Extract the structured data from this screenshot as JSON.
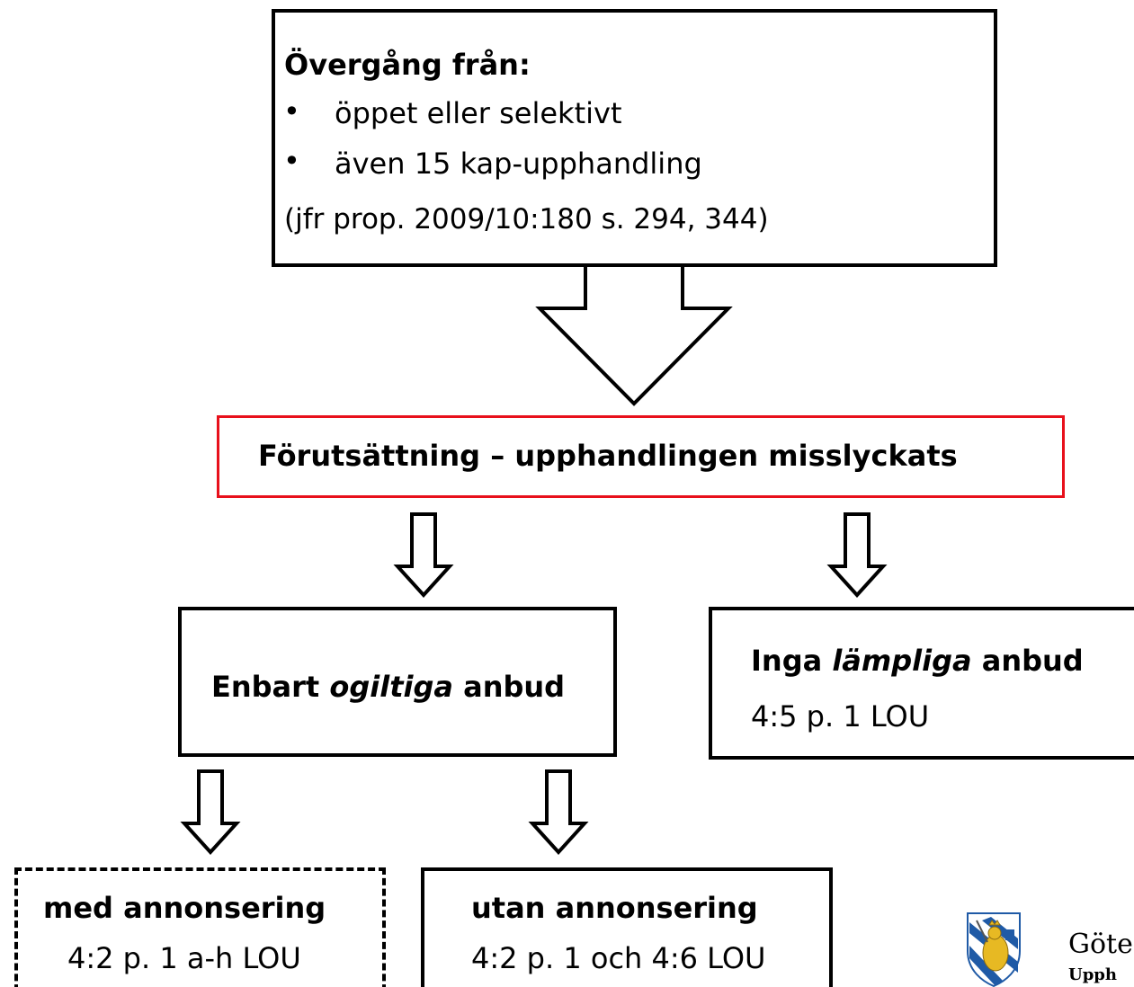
{
  "top_box": {
    "heading": "Övergång från:",
    "bullets": [
      "öppet eller selektivt",
      "även 15 kap-upphandling"
    ],
    "note": "(jfr prop. 2009/10:180 s. 294, 344)"
  },
  "condition_box": {
    "label": "Förutsättning – upphandlingen misslyckats"
  },
  "left_box": {
    "prefix": "Enbart ",
    "emph": "ogiltiga",
    "suffix": " anbud"
  },
  "right_box": {
    "prefix": "Inga ",
    "emph": "lämpliga",
    "suffix": " anbud",
    "reference": "4:5 p. 1 LOU"
  },
  "with_ad_box": {
    "title": "med annonsering",
    "reference": "4:2 p. 1 a-h LOU"
  },
  "without_ad_box": {
    "title": "utan annonsering",
    "reference": "4:2 p. 1 och 4:6 LOU"
  },
  "logo": {
    "line1": "Göte",
    "line2": "Upph"
  },
  "colors": {
    "condition_border": "#e8101b",
    "logo_blue": "#1f5aa6",
    "logo_gold": "#e7b923"
  }
}
